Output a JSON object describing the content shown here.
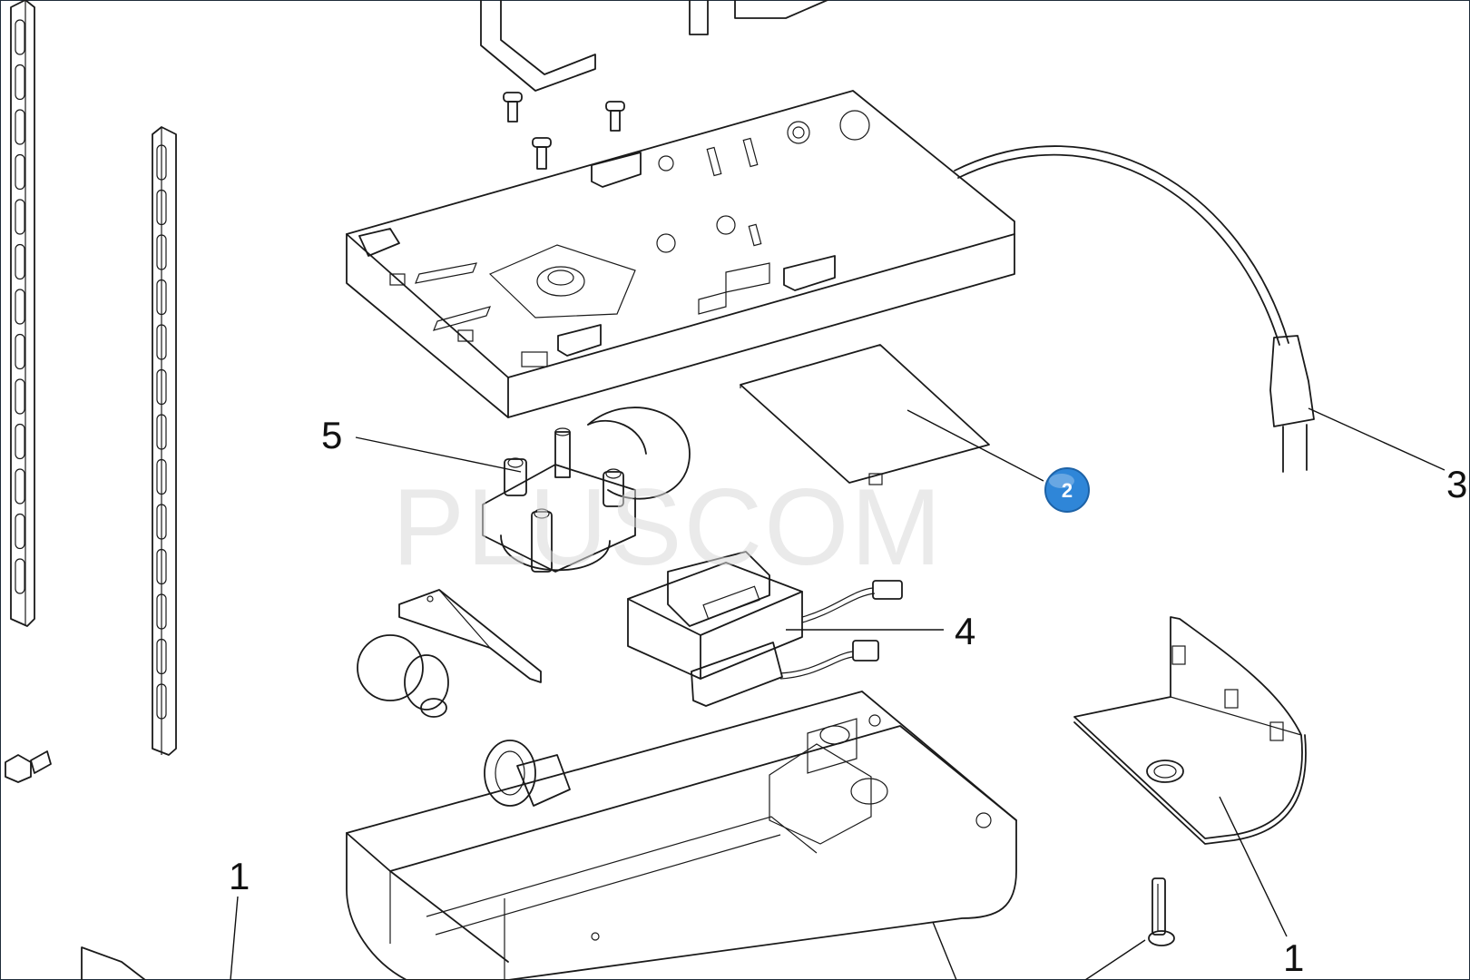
{
  "watermark": {
    "text": "PLUSCOM"
  },
  "callouts": {
    "motor": "5",
    "cable_plug": "3",
    "transformer": "4",
    "rail_left": "1",
    "cover_right": "1",
    "circuit_board": "2"
  },
  "colors": {
    "line": "#1a1a1a",
    "badge": "#2f86d8",
    "frame": "#1f2c3a"
  }
}
